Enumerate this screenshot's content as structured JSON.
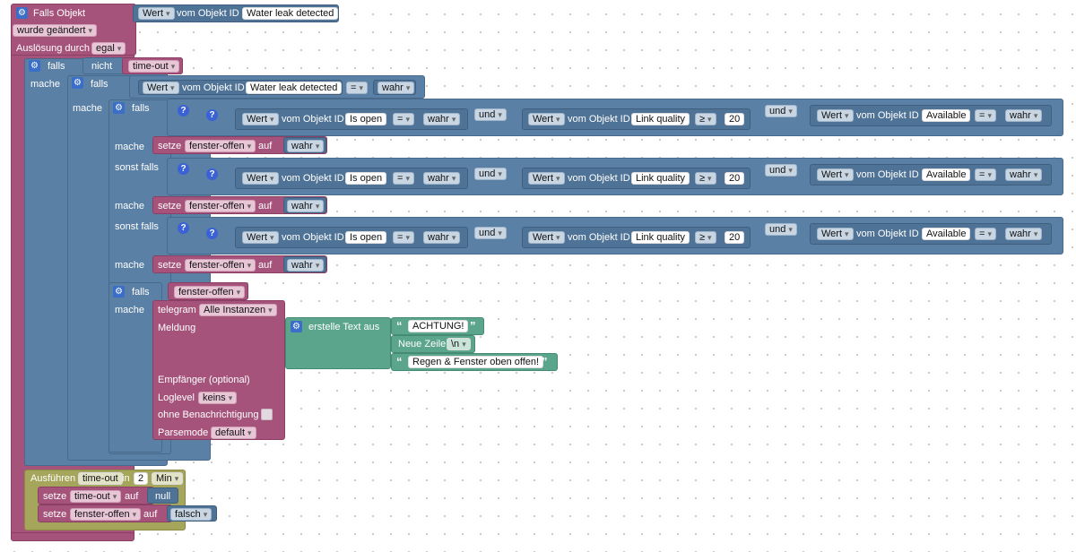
{
  "trigger": {
    "label": "Falls Objekt",
    "wert": "Wert",
    "vom_objekt_id": "vom Objekt ID",
    "object": "Water leak detected",
    "changed": "wurde geändert",
    "ausloesung": "Auslösung durch",
    "egal": "egal"
  },
  "outer_if": {
    "falls": "falls",
    "nicht": "nicht",
    "var": "time-out",
    "mache": "mache"
  },
  "inner_if": {
    "falls": "falls",
    "mache": "mache",
    "wert": "Wert",
    "vom_objekt_id": "vom Objekt ID",
    "object": "Water leak detected",
    "op": "=",
    "value": "wahr"
  },
  "cond_if": {
    "falls": "falls",
    "sonst_falls": "sonst falls",
    "mache": "mache",
    "help": "?",
    "und": "und",
    "wert": "Wert",
    "vom_objekt_id": "vom Objekt ID",
    "obj_open": "Is open",
    "obj_link": "Link quality",
    "obj_avail": "Available",
    "eq": "=",
    "ge": "≥",
    "wahr": "wahr",
    "num": "20",
    "setze": "setze",
    "var": "fenster-offen",
    "auf": "auf"
  },
  "window_if": {
    "falls": "falls",
    "var": "fenster-offen",
    "mache": "mache"
  },
  "telegram": {
    "label": "telegram",
    "instances": "Alle Instanzen",
    "meldung": "Meldung",
    "empfaenger": "Empfänger (optional)",
    "loglevel": "Loglevel",
    "loglevel_value": "keins",
    "ohne": "ohne Benachrichtigung",
    "parsemode": "Parsemode",
    "parsemode_value": "default"
  },
  "text": {
    "label": "erstelle Text aus",
    "part1": "ACHTUNG!",
    "newline_label": "Neue Zeile",
    "newline_value": "\\n",
    "part3": "Regen & Fenster oben offen!",
    "quote_open": "“",
    "quote_close": "”"
  },
  "timeout": {
    "label": "Ausführen",
    "var": "time-out",
    "in": "in",
    "amount": "2",
    "unit": "Min",
    "setze": "setze",
    "auf": "auf",
    "null": "null",
    "var2": "fenster-offen",
    "falsch": "falsch"
  }
}
